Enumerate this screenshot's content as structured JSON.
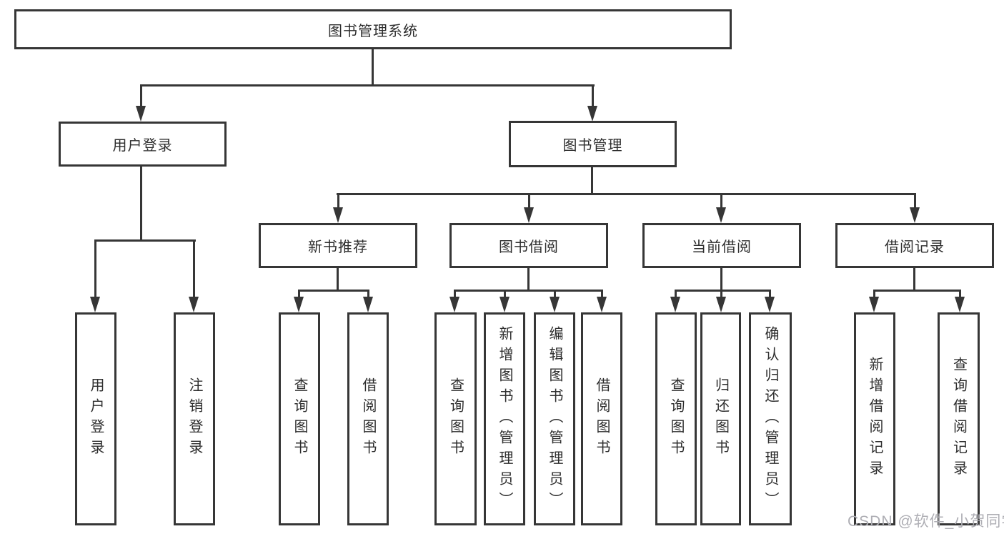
{
  "diagram": {
    "root": {
      "label": "图书管理系统"
    },
    "level2": [
      {
        "label": "用户登录",
        "children": [
          {
            "label": "用户登录"
          },
          {
            "label": "注销登录"
          }
        ]
      },
      {
        "label": "图书管理"
      }
    ],
    "level3": [
      {
        "label": "新书推荐",
        "children": [
          {
            "label": "查询图书"
          },
          {
            "label": "借阅图书"
          }
        ]
      },
      {
        "label": "图书借阅",
        "children": [
          {
            "label": "查询图书"
          },
          {
            "label": "新增图书（管理员）"
          },
          {
            "label": "编辑图书（管理员）"
          },
          {
            "label": "借阅图书"
          }
        ]
      },
      {
        "label": "当前借阅",
        "children": [
          {
            "label": "查询图书"
          },
          {
            "label": "归还图书"
          },
          {
            "label": "确认归还（管理员）"
          }
        ]
      },
      {
        "label": "借阅记录",
        "children": [
          {
            "label": "新增借阅记录"
          },
          {
            "label": "查询借阅记录"
          }
        ]
      }
    ]
  },
  "watermark": {
    "text": "CSDN @软件_小贺同学"
  },
  "colors": {
    "line": "#363636",
    "watermark": "#aeaeb4",
    "background": "#ffffff"
  }
}
